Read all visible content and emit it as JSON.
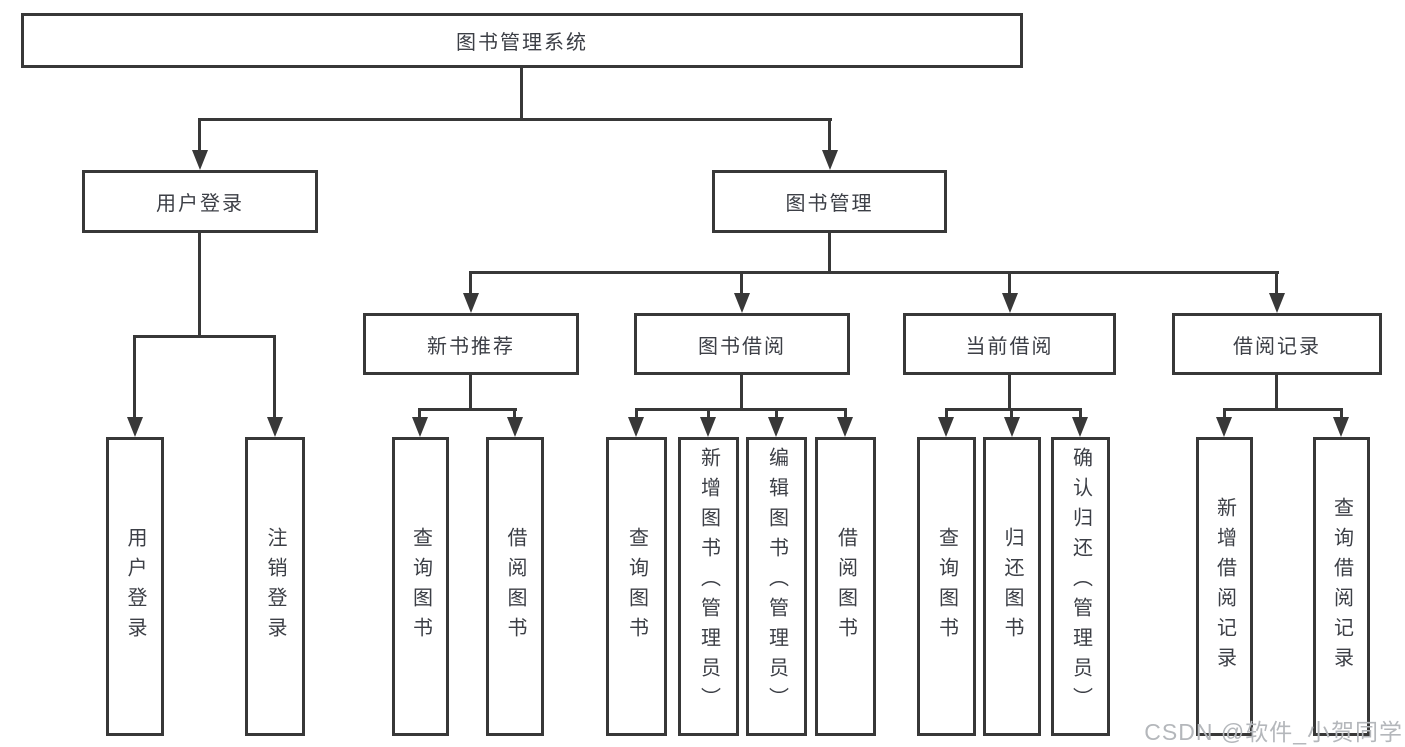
{
  "title": "图书管理系统",
  "colors": {
    "line": "#383838",
    "text": "#3c3f46",
    "background": "#ffffff",
    "watermark": "#b4b7bb"
  },
  "tree": {
    "root": {
      "label": "图书管理系统"
    },
    "branches": [
      {
        "label": "用户登录",
        "children": [
          {
            "label": "用户登录"
          },
          {
            "label": "注销登录"
          }
        ]
      },
      {
        "label": "图书管理",
        "children": [
          {
            "label": "新书推荐",
            "children": [
              {
                "label": "查询图书"
              },
              {
                "label": "借阅图书"
              }
            ]
          },
          {
            "label": "图书借阅",
            "children": [
              {
                "label": "查询图书"
              },
              {
                "label": "新增图书（管理员）"
              },
              {
                "label": "编辑图书（管理员）"
              },
              {
                "label": "借阅图书"
              }
            ]
          },
          {
            "label": "当前借阅",
            "children": [
              {
                "label": "查询图书"
              },
              {
                "label": "归还图书"
              },
              {
                "label": "确认归还（管理员）"
              }
            ]
          },
          {
            "label": "借阅记录",
            "children": [
              {
                "label": "新增借阅记录"
              },
              {
                "label": "查询借阅记录"
              }
            ]
          }
        ]
      }
    ]
  },
  "watermark": {
    "text": "CSDN @软件_小贺同学"
  }
}
